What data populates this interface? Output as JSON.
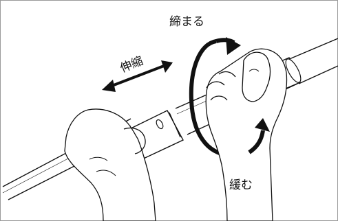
{
  "labels": {
    "tighten": "締まる",
    "loosen": "緩む",
    "extend_retract": "伸縮"
  },
  "colors": {
    "line": "#111111",
    "fill": "#ffffff"
  }
}
